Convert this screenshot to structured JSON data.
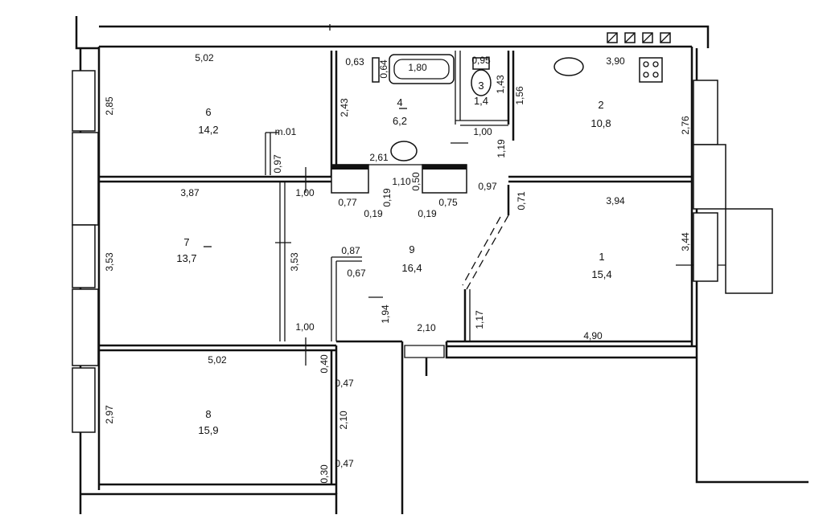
{
  "rooms": [
    {
      "number": "6",
      "area": "14,2"
    },
    {
      "number": "7",
      "area": "13,7"
    },
    {
      "number": "8",
      "area": "15,9"
    },
    {
      "number": "4",
      "area": "6,2"
    },
    {
      "number": "3",
      "area": "1,4"
    },
    {
      "number": "2",
      "area": "10,8"
    },
    {
      "number": "9",
      "area": "16,4"
    },
    {
      "number": "1",
      "area": "15,4"
    }
  ],
  "dimensions": {
    "d_5_02_top": "5,02",
    "d_2_85": "2,85",
    "d_0_63": "0,63",
    "d_0_64": "0,64",
    "d_1_80": "1,80",
    "d_0_95": "0,95",
    "d_1_43": "1,43",
    "d_1_56": "1,56",
    "d_3_90": "3,90",
    "d_2_76": "2,76",
    "d_2_43": "2,43",
    "d_m01": "m.01",
    "d_0_97_left": "0,97",
    "d_1_00_small": "1,00",
    "d_1_19": "1,19",
    "d_2_61": "2,61",
    "d_1_10": "1,10",
    "d_0_50": "0,50",
    "d_0_97_mid": "0,97",
    "d_0_71": "0,71",
    "d_3_94": "3,94",
    "d_3_87": "3,87",
    "d_1_00_left": "1,00",
    "d_0_77": "0,77",
    "d_0_19_a": "0,19",
    "d_0_19_b": "0,19",
    "d_0_19_c": "0,19",
    "d_0_75": "0,75",
    "d_3_53_outer": "3,53",
    "d_3_53_inner": "3,53",
    "d_0_87": "0,87",
    "d_0_67": "0,67",
    "d_1_94": "1,94",
    "d_3_44": "3,44",
    "d_1_17": "1,17",
    "d_1_00_bottom": "1,00",
    "d_2_10_mid": "2,10",
    "d_4_90": "4,90",
    "d_5_02_mid": "5,02",
    "d_0_40": "0,40",
    "d_0_47_top": "0,47",
    "d_2_97": "2,97",
    "d_2_10_right": "2,10",
    "d_0_30": "0,30",
    "d_0_47_bottom": "0,47"
  }
}
